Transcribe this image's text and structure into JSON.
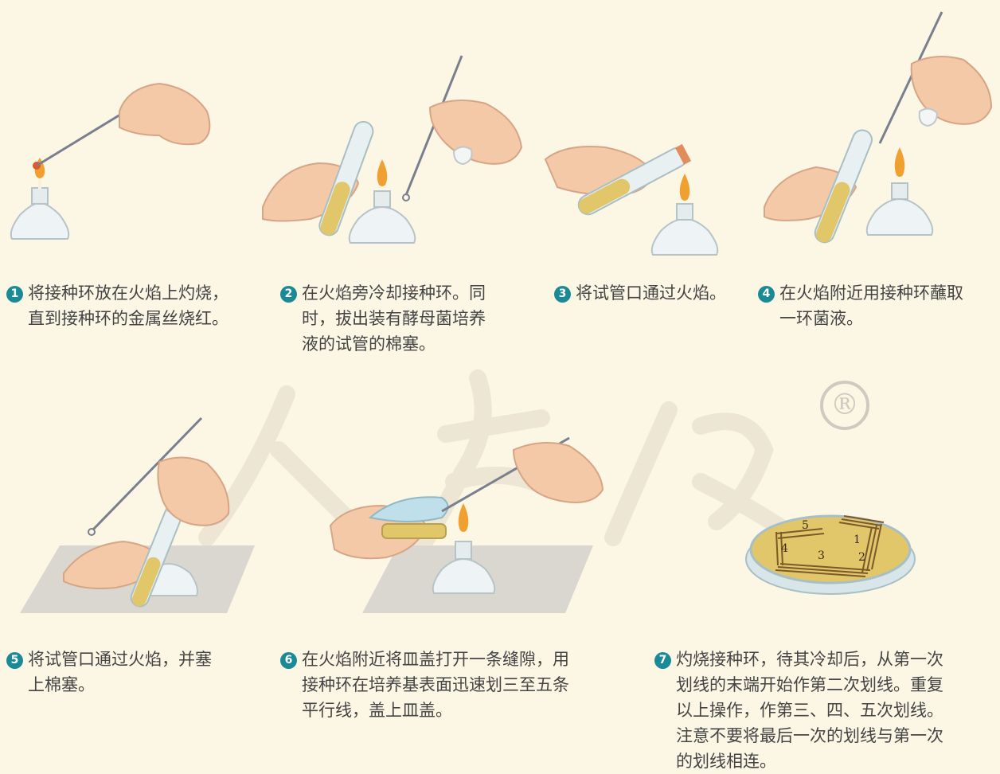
{
  "steps": [
    {
      "number": "1",
      "caption_lines": [
        "将接种环放在火焰上灼烧，",
        "直到接种环的金属丝烧红。"
      ]
    },
    {
      "number": "2",
      "caption_lines": [
        "在火焰旁冷却接种环。同",
        "时，拔出装有酵母菌培养",
        "液的试管的棉塞。"
      ]
    },
    {
      "number": "3",
      "caption_lines": [
        "将试管口通过火焰。"
      ]
    },
    {
      "number": "4",
      "caption_lines": [
        "在火焰附近用接种环蘸取",
        "一环菌液。"
      ]
    },
    {
      "number": "5",
      "caption_lines": [
        "将试管口通过火焰，并塞",
        "上棉塞。"
      ]
    },
    {
      "number": "6",
      "caption_lines": [
        "在火焰附近将皿盖打开一条缝隙，用",
        "接种环在培养基表面迅速划三至五条",
        "平行线，盖上皿盖。"
      ]
    },
    {
      "number": "7",
      "caption_lines": [
        "灼烧接种环，待其冷却后，从第一次",
        "划线的末端开始作第二次划线。重复",
        "以上操作，作第三、四、五次划线。",
        "注意不要将最后一次的划线与第一次",
        "的划线相连。"
      ]
    }
  ],
  "streak_labels": [
    "1",
    "2",
    "3",
    "4",
    "5"
  ],
  "watermark": {
    "reg_symbol": "®"
  },
  "colors": {
    "background": "#fcf6e4",
    "badge": "#1a8a96",
    "skin": "#f3c9a8",
    "agar": "#e2c76a",
    "flame": "#f0a030",
    "glass": "#e8f0f2"
  }
}
